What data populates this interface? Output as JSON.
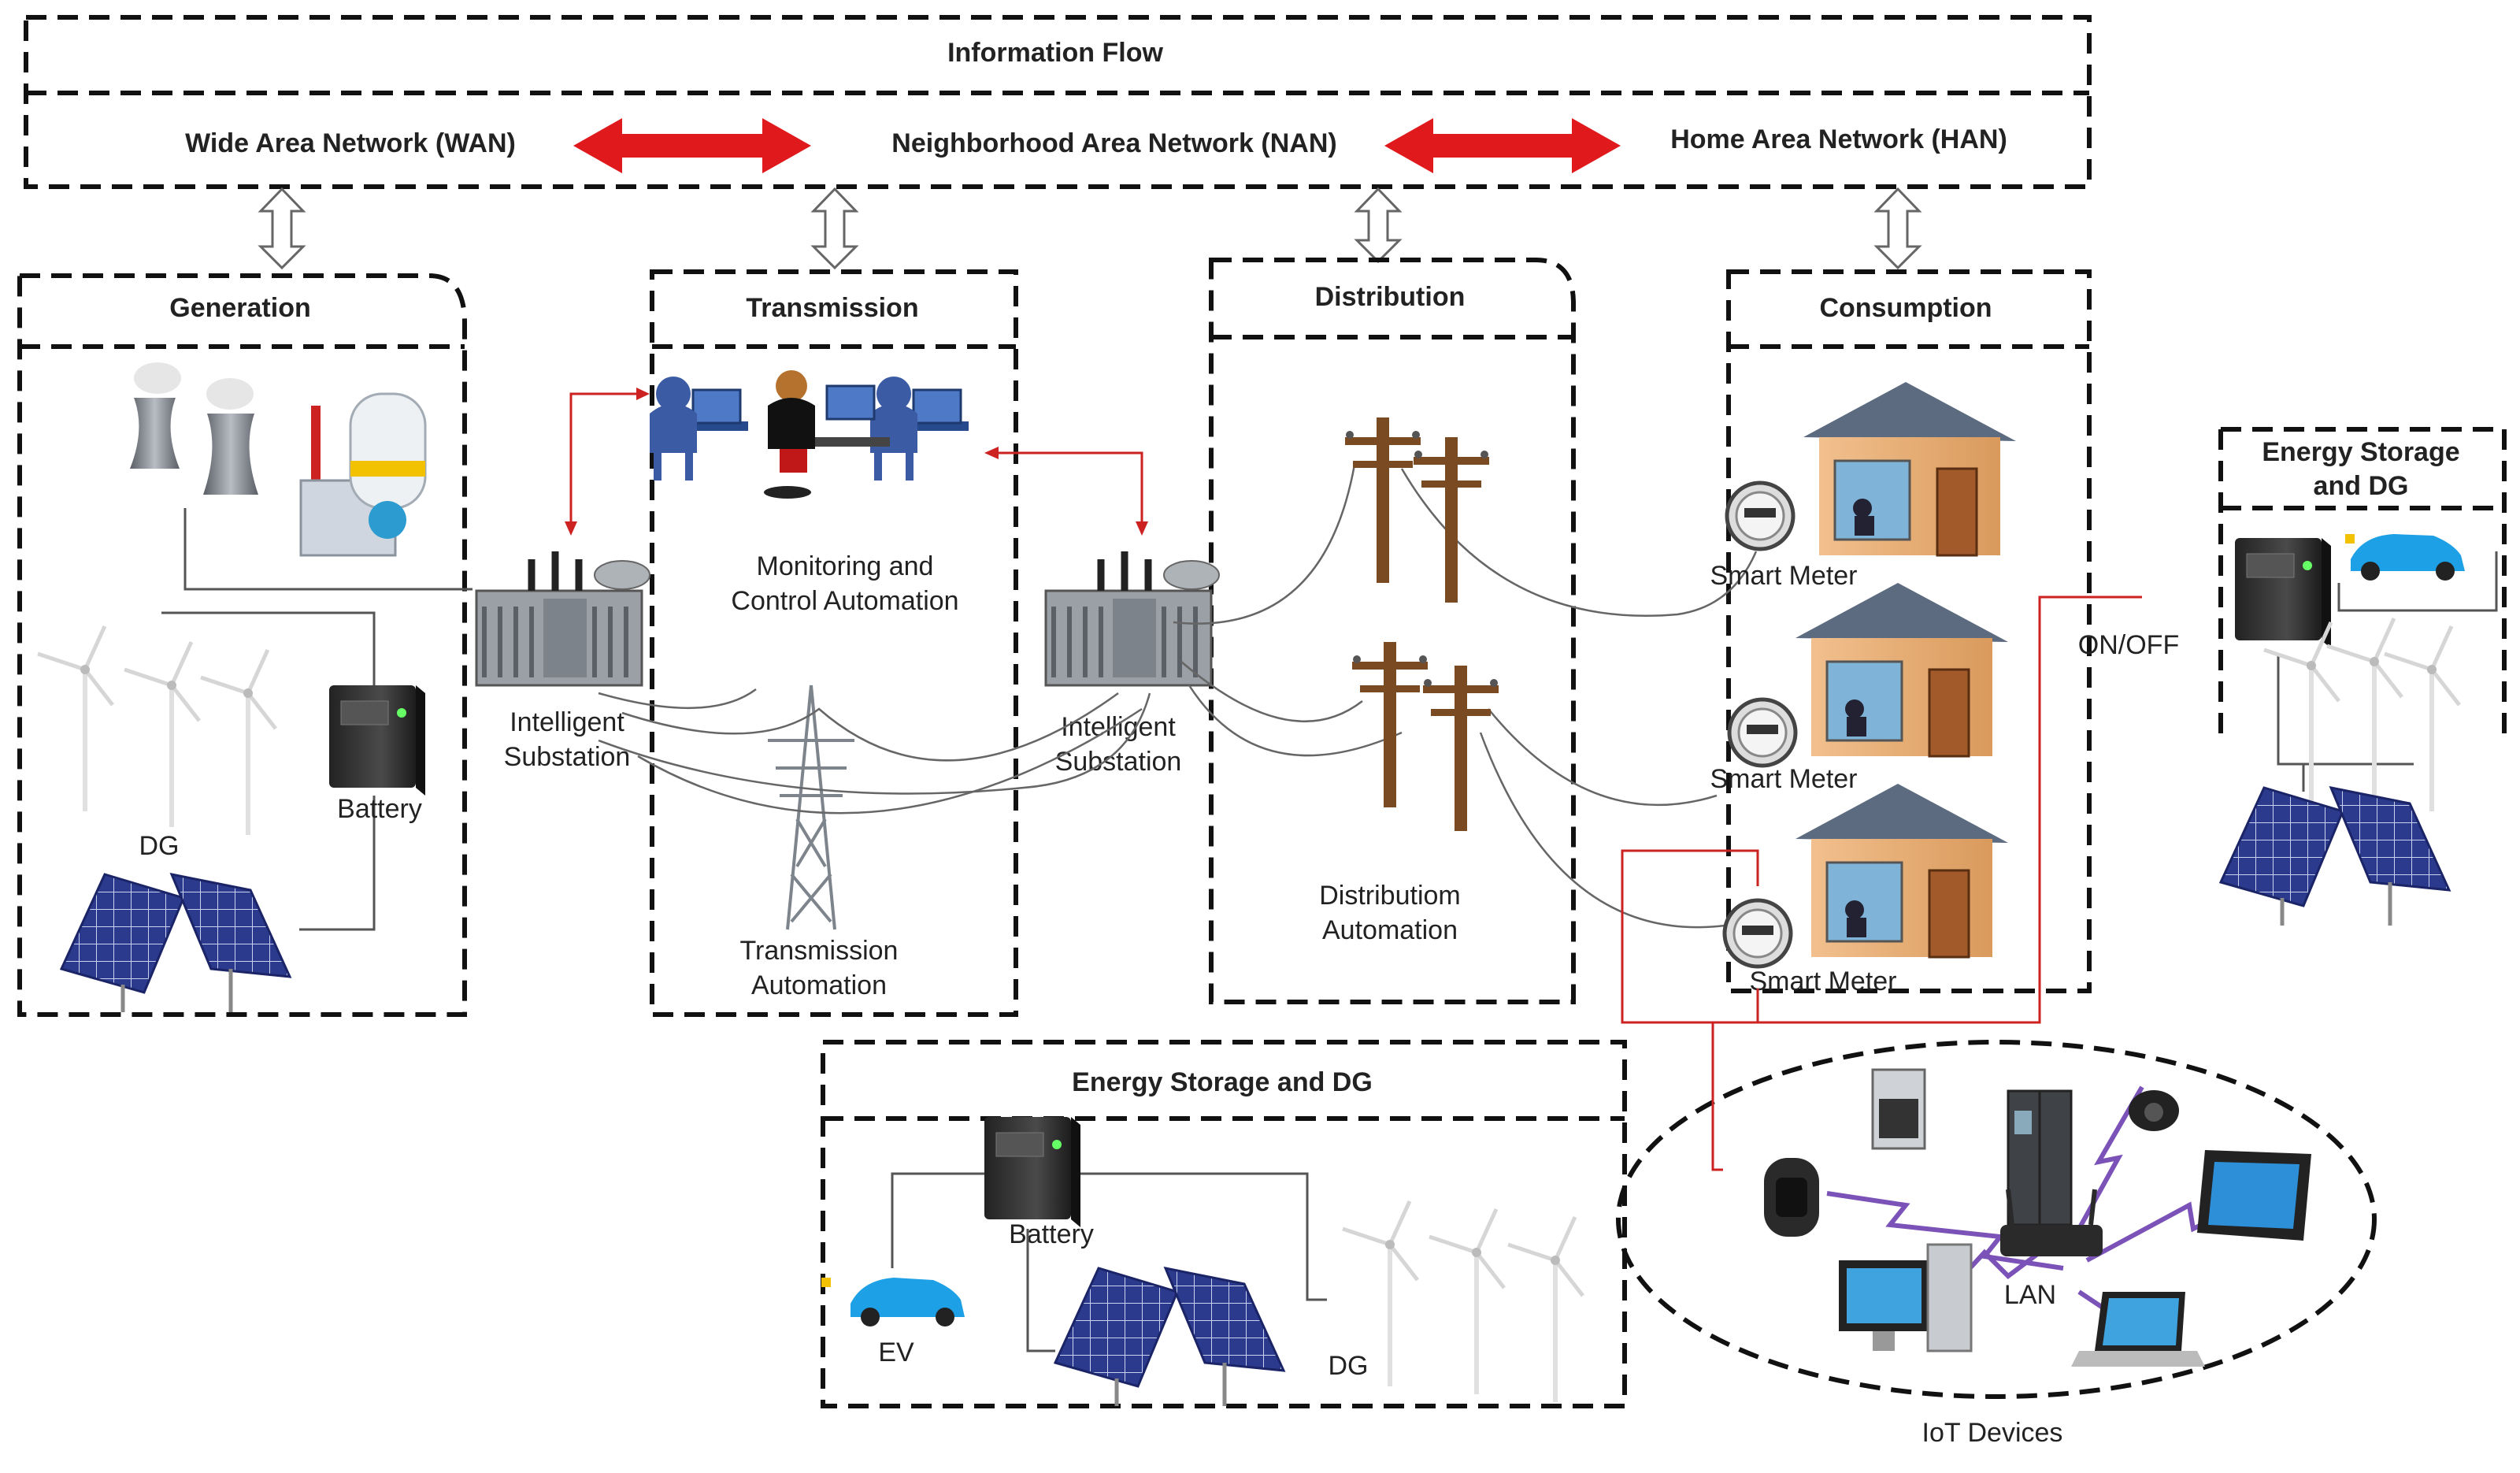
{
  "header": {
    "information_flow": "Information Flow",
    "wan": "Wide Area Network (WAN)",
    "nan": "Neighborhood Area Network (NAN)",
    "han": "Home Area Network (HAN)"
  },
  "panels": {
    "generation": "Generation",
    "transmission": "Transmission",
    "distribution": "Distribution",
    "consumption": "Consumption",
    "storage_bottom": "Energy Storage and DG",
    "storage_right_line1": "Energy Storage",
    "storage_right_line2": "and DG"
  },
  "labels": {
    "dg": "DG",
    "battery": "Battery",
    "substation_line1": "Intelligent",
    "substation_line2": "Substation",
    "monitoring_line1": "Monitoring and",
    "monitoring_line2": "Control Automation",
    "transmission_auto_line1": "Transmission",
    "transmission_auto_line2": "Automation",
    "distribution_auto_line1": "Distributiom",
    "distribution_auto_line2": "Automation",
    "smart_meter": "Smart Meter",
    "on_off": "ON/OFF",
    "ev": "EV",
    "lan": "LAN",
    "iot_devices": "IoT Devices"
  },
  "colors": {
    "accent_red": "#e0191c",
    "wire_red": "#cc2222",
    "lan_purple": "#7b52b8",
    "solar_blue": "#2b3a8c",
    "house_wall": "#e9b07a",
    "roof": "#5d6b80",
    "pole_brown": "#7a4a22"
  }
}
